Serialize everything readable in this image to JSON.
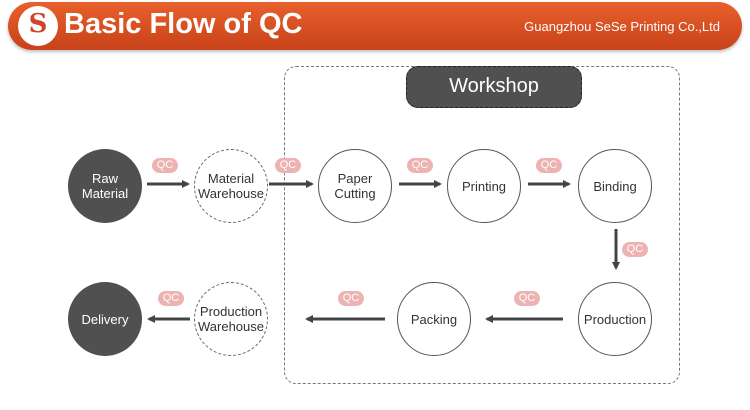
{
  "header": {
    "title": "Basic Flow of QC",
    "company": "Guangzhou SeSe Printing Co.,Ltd",
    "logo_glyph": "S",
    "color_start": "#e8602c",
    "color_end": "#c8421a"
  },
  "workshop": {
    "label": "Workshop"
  },
  "nodes": {
    "raw_material": "Raw\nMaterial",
    "material_warehouse": "Material\nWarehouse",
    "paper_cutting": "Paper\nCutting",
    "printing": "Printing",
    "binding": "Binding",
    "production": "Production",
    "packing": "Packing",
    "production_warehouse": "Production\nWarehouse",
    "delivery": "Delivery"
  },
  "qc_label": "QC",
  "colors": {
    "dark_node": "#505050",
    "qc_badge": "#ecb3b1",
    "arrow": "#444444"
  }
}
